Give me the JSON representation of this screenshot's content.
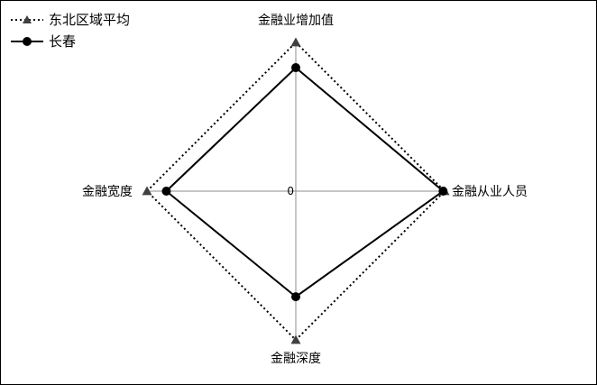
{
  "chart_data": {
    "type": "radar",
    "axes": [
      "金融业增加值",
      "金融从业人员",
      "金融深度",
      "金融宽度"
    ],
    "tick_label": "0",
    "rlim": [
      0,
      1
    ],
    "series": [
      {
        "name": "东北区域平均",
        "values": [
          1.0,
          1.0,
          1.0,
          1.0
        ],
        "style": "dotted",
        "marker": "triangle",
        "color": "#000000"
      },
      {
        "name": "长春",
        "values": [
          0.83,
          0.99,
          0.71,
          0.87
        ],
        "style": "solid",
        "marker": "circle",
        "color": "#000000"
      }
    ],
    "legend_position": "top-left",
    "grid_color": "#8c8c8c"
  }
}
